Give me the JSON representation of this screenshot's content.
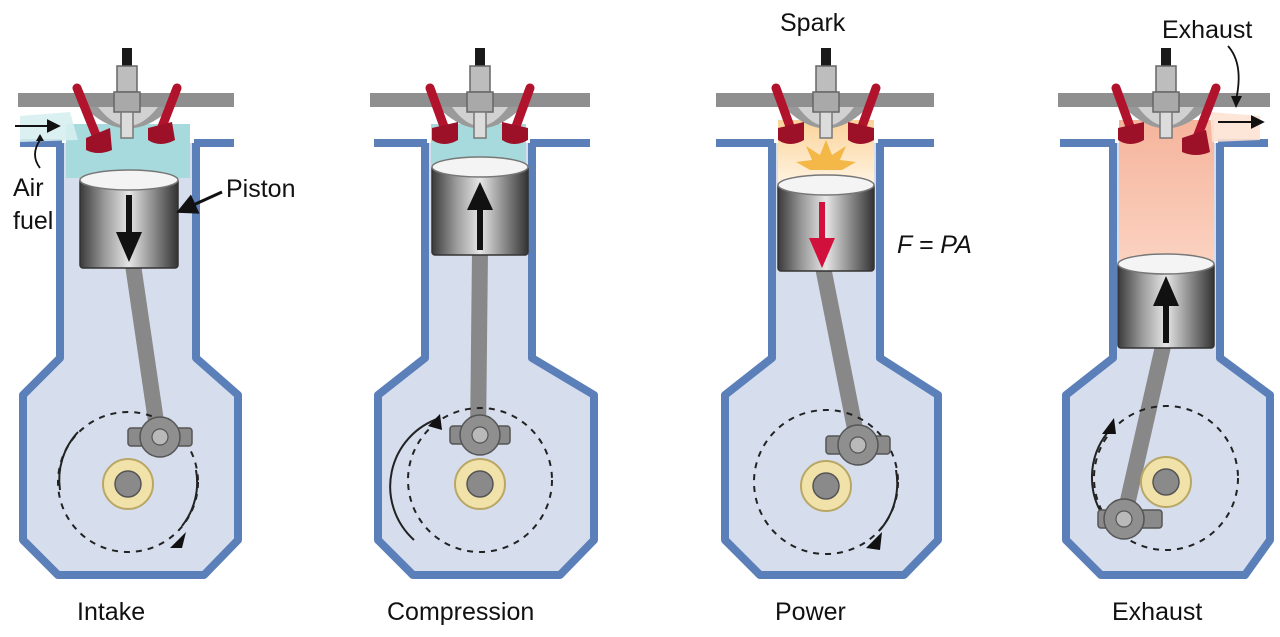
{
  "colors": {
    "wall": "#5b7fb9",
    "crankcase": "#d6deee",
    "intake_gas": "#a7dadd",
    "burning_gas": "#fde6c6",
    "exhaust_gas": "#f6b7a0",
    "valve": "#b0132b",
    "metal": "#8a8a8a",
    "bearing": "#f0e2a8",
    "force_arrow": "#d2103c",
    "spark": "#f2b33a"
  },
  "labels": {
    "air": "Air",
    "fuel": "fuel",
    "piston": "Piston",
    "spark": "Spark",
    "exhaust_top": "Exhaust",
    "force_formula": "F = PA"
  },
  "strokes": [
    {
      "name": "Intake"
    },
    {
      "name": "Compression"
    },
    {
      "name": "Power"
    },
    {
      "name": "Exhaust"
    }
  ]
}
